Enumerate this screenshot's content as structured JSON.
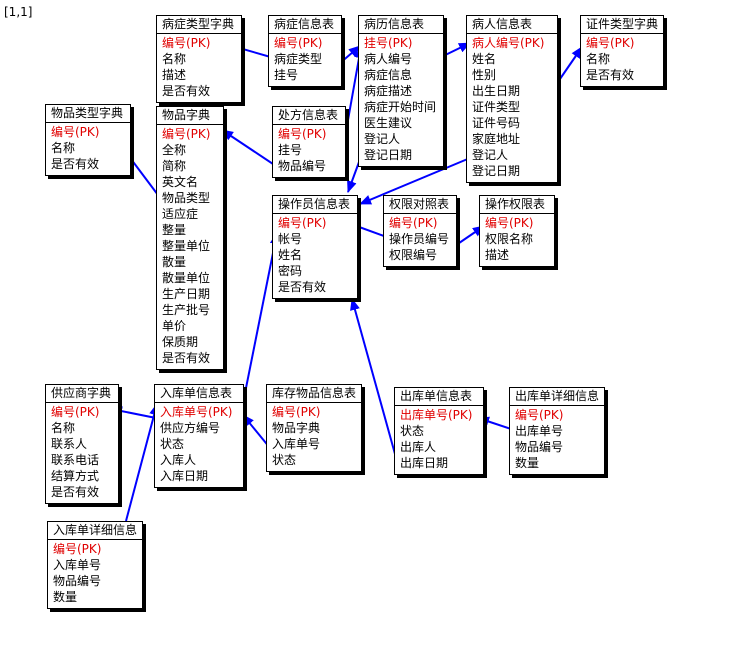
{
  "coord_label": "[1,1]",
  "colors": {
    "primary_key": "#e00000",
    "link": "#0000ff",
    "border": "#000000"
  },
  "tables": [
    {
      "id": "disease_type",
      "title": "病症类型字典",
      "fields": [
        {
          "text": "编号(PK)",
          "pk": true
        },
        {
          "text": "名称"
        },
        {
          "text": "描述"
        },
        {
          "text": "是否有效"
        }
      ]
    },
    {
      "id": "disease_info",
      "title": "病症信息表",
      "fields": [
        {
          "text": "编号(PK)",
          "pk": true
        },
        {
          "text": "病症类型"
        },
        {
          "text": "挂号"
        }
      ]
    },
    {
      "id": "medical_record",
      "title": "病历信息表",
      "fields": [
        {
          "text": "挂号(PK)",
          "pk": true
        },
        {
          "text": "病人编号"
        },
        {
          "text": "病症信息"
        },
        {
          "text": "病症描述"
        },
        {
          "text": "病症开始时间"
        },
        {
          "text": "医生建议"
        },
        {
          "text": "登记人"
        },
        {
          "text": "登记日期"
        }
      ]
    },
    {
      "id": "patient",
      "title": "病人信息表",
      "fields": [
        {
          "text": "病人编号(PK)",
          "pk": true
        },
        {
          "text": "姓名"
        },
        {
          "text": "性别"
        },
        {
          "text": "出生日期"
        },
        {
          "text": "证件类型"
        },
        {
          "text": "证件号码"
        },
        {
          "text": "家庭地址"
        },
        {
          "text": "登记人"
        },
        {
          "text": "登记日期"
        }
      ]
    },
    {
      "id": "cert_type",
      "title": "证件类型字典",
      "fields": [
        {
          "text": "编号(PK)",
          "pk": true
        },
        {
          "text": "名称"
        },
        {
          "text": "是否有效"
        }
      ]
    },
    {
      "id": "item_type",
      "title": "物品类型字典",
      "fields": [
        {
          "text": "编号(PK)",
          "pk": true
        },
        {
          "text": "名称"
        },
        {
          "text": "是否有效"
        }
      ]
    },
    {
      "id": "item_dict",
      "title": "物品字典",
      "fields": [
        {
          "text": "编号(PK)",
          "pk": true
        },
        {
          "text": "全称"
        },
        {
          "text": "简称"
        },
        {
          "text": "英文名"
        },
        {
          "text": "物品类型"
        },
        {
          "text": "适应症"
        },
        {
          "text": "整量"
        },
        {
          "text": "整量单位"
        },
        {
          "text": "散量"
        },
        {
          "text": "散量单位"
        },
        {
          "text": "生产日期"
        },
        {
          "text": "生产批号"
        },
        {
          "text": "单价"
        },
        {
          "text": "保质期"
        },
        {
          "text": "是否有效"
        }
      ]
    },
    {
      "id": "prescription",
      "title": "处方信息表",
      "fields": [
        {
          "text": "编号(PK)",
          "pk": true
        },
        {
          "text": "挂号"
        },
        {
          "text": "物品编号"
        }
      ]
    },
    {
      "id": "operator",
      "title": "操作员信息表",
      "fields": [
        {
          "text": "编号(PK)",
          "pk": true
        },
        {
          "text": "帐号"
        },
        {
          "text": "姓名"
        },
        {
          "text": "密码"
        },
        {
          "text": "是否有效"
        }
      ]
    },
    {
      "id": "permission_map",
      "title": "权限对照表",
      "fields": [
        {
          "text": "编号(PK)",
          "pk": true
        },
        {
          "text": "操作员编号"
        },
        {
          "text": "权限编号"
        }
      ]
    },
    {
      "id": "operation_perm",
      "title": "操作权限表",
      "fields": [
        {
          "text": "编号(PK)",
          "pk": true
        },
        {
          "text": "权限名称"
        },
        {
          "text": "描述"
        }
      ]
    },
    {
      "id": "supplier",
      "title": "供应商字典",
      "fields": [
        {
          "text": "编号(PK)",
          "pk": true
        },
        {
          "text": "名称"
        },
        {
          "text": "联系人"
        },
        {
          "text": "联系电话"
        },
        {
          "text": "结算方式"
        },
        {
          "text": "是否有效"
        }
      ]
    },
    {
      "id": "inbound",
      "title": "入库单信息表",
      "fields": [
        {
          "text": "入库单号(PK)",
          "pk": true
        },
        {
          "text": "供应方编号"
        },
        {
          "text": "状态"
        },
        {
          "text": "入库人"
        },
        {
          "text": "入库日期"
        }
      ]
    },
    {
      "id": "stock_item",
      "title": "库存物品信息表",
      "fields": [
        {
          "text": "编号(PK)",
          "pk": true
        },
        {
          "text": "物品字典"
        },
        {
          "text": "入库单号"
        },
        {
          "text": "状态"
        }
      ]
    },
    {
      "id": "outbound",
      "title": "出库单信息表",
      "fields": [
        {
          "text": "出库单号(PK)",
          "pk": true
        },
        {
          "text": "状态"
        },
        {
          "text": "出库人"
        },
        {
          "text": "出库日期"
        }
      ]
    },
    {
      "id": "outbound_detail",
      "title": "出库单详细信息",
      "fields": [
        {
          "text": "编号(PK)",
          "pk": true
        },
        {
          "text": "出库单号"
        },
        {
          "text": "物品编号"
        },
        {
          "text": "数量"
        }
      ]
    },
    {
      "id": "inbound_detail",
      "title": "入库单详细信息",
      "fields": [
        {
          "text": "编号(PK)",
          "pk": true
        },
        {
          "text": "入库单号"
        },
        {
          "text": "物品编号"
        },
        {
          "text": "数量"
        }
      ]
    }
  ]
}
